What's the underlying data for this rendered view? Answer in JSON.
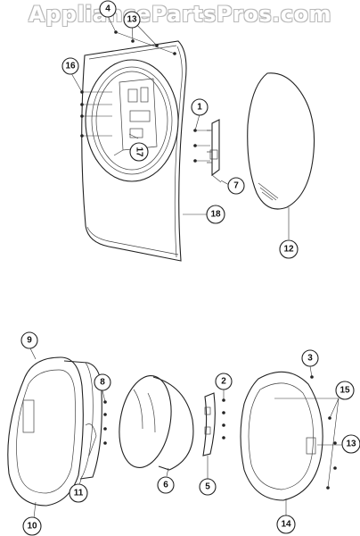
{
  "watermark": "AppliancePartsPros.com",
  "callouts": [
    {
      "id": "c4",
      "label": "4"
    },
    {
      "id": "c13a",
      "label": "13"
    },
    {
      "id": "c16",
      "label": "16"
    },
    {
      "id": "c1",
      "label": "1"
    },
    {
      "id": "c17",
      "label": "17"
    },
    {
      "id": "c7",
      "label": "7"
    },
    {
      "id": "c18",
      "label": "18"
    },
    {
      "id": "c12",
      "label": "12"
    },
    {
      "id": "c9",
      "label": "9"
    },
    {
      "id": "c8",
      "label": "8"
    },
    {
      "id": "c2",
      "label": "2"
    },
    {
      "id": "c3",
      "label": "3"
    },
    {
      "id": "c15",
      "label": "15"
    },
    {
      "id": "c13b",
      "label": "13"
    },
    {
      "id": "c10",
      "label": "10"
    },
    {
      "id": "c11",
      "label": "11"
    },
    {
      "id": "c6",
      "label": "6"
    },
    {
      "id": "c5",
      "label": "5"
    },
    {
      "id": "c14",
      "label": "14"
    }
  ]
}
